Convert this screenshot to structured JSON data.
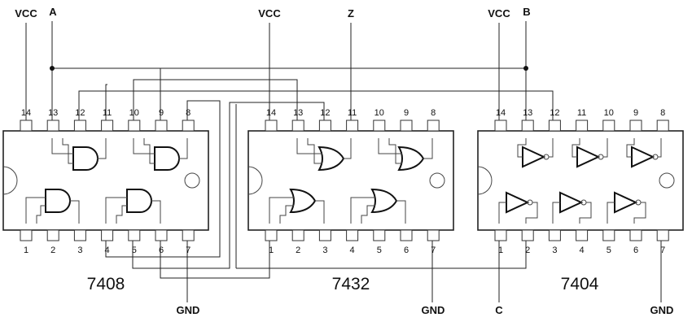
{
  "chips": [
    {
      "label": "7408",
      "pins_top": [
        "14",
        "13",
        "12",
        "11",
        "10",
        "9",
        "8"
      ],
      "pins_bottom": [
        "1",
        "2",
        "3",
        "4",
        "5",
        "6",
        "7"
      ]
    },
    {
      "label": "7432",
      "pins_top": [
        "14",
        "13",
        "12",
        "11",
        "10",
        "9",
        "8"
      ],
      "pins_bottom": [
        "1",
        "2",
        "3",
        "4",
        "5",
        "6",
        "7"
      ]
    },
    {
      "label": "7404",
      "pins_top": [
        "14",
        "13",
        "12",
        "11",
        "10",
        "9",
        "8"
      ],
      "pins_bottom": [
        "1",
        "2",
        "3",
        "4",
        "5",
        "6",
        "7"
      ]
    }
  ],
  "signals": {
    "vcc1": "VCC",
    "a": "A",
    "vcc2": "VCC",
    "z": "Z",
    "vcc3": "VCC",
    "b": "B",
    "gnd1": "GND",
    "gnd2": "GND",
    "gnd3": "GND",
    "c": "C"
  },
  "colors": {
    "vcc_pin": "#e8121b",
    "gnd_pin": "#1a20e6"
  }
}
